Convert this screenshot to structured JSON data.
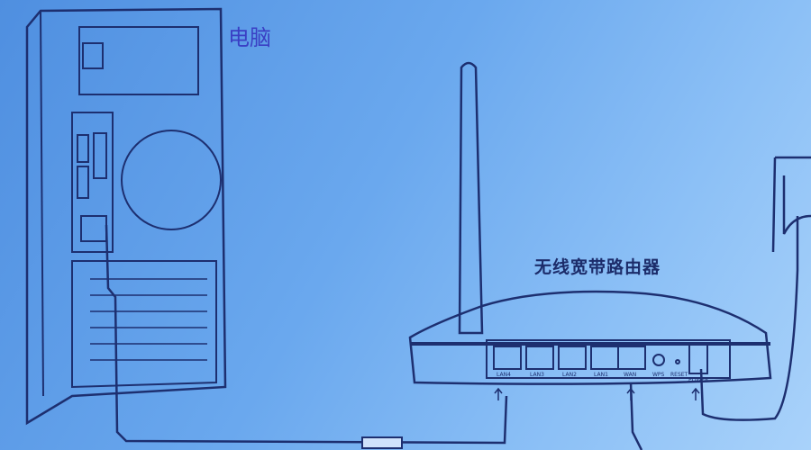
{
  "labels": {
    "computer": "电脑",
    "router": "无线宽带路由器"
  },
  "router_ports": [
    "LAN4",
    "LAN3",
    "LAN2",
    "LAN1",
    "WAN",
    "WPS",
    "RESET",
    "POWER"
  ],
  "colors": {
    "background": "#6aa8ee",
    "line": "#1d2f70",
    "computer_label": "#3a3fc4"
  }
}
